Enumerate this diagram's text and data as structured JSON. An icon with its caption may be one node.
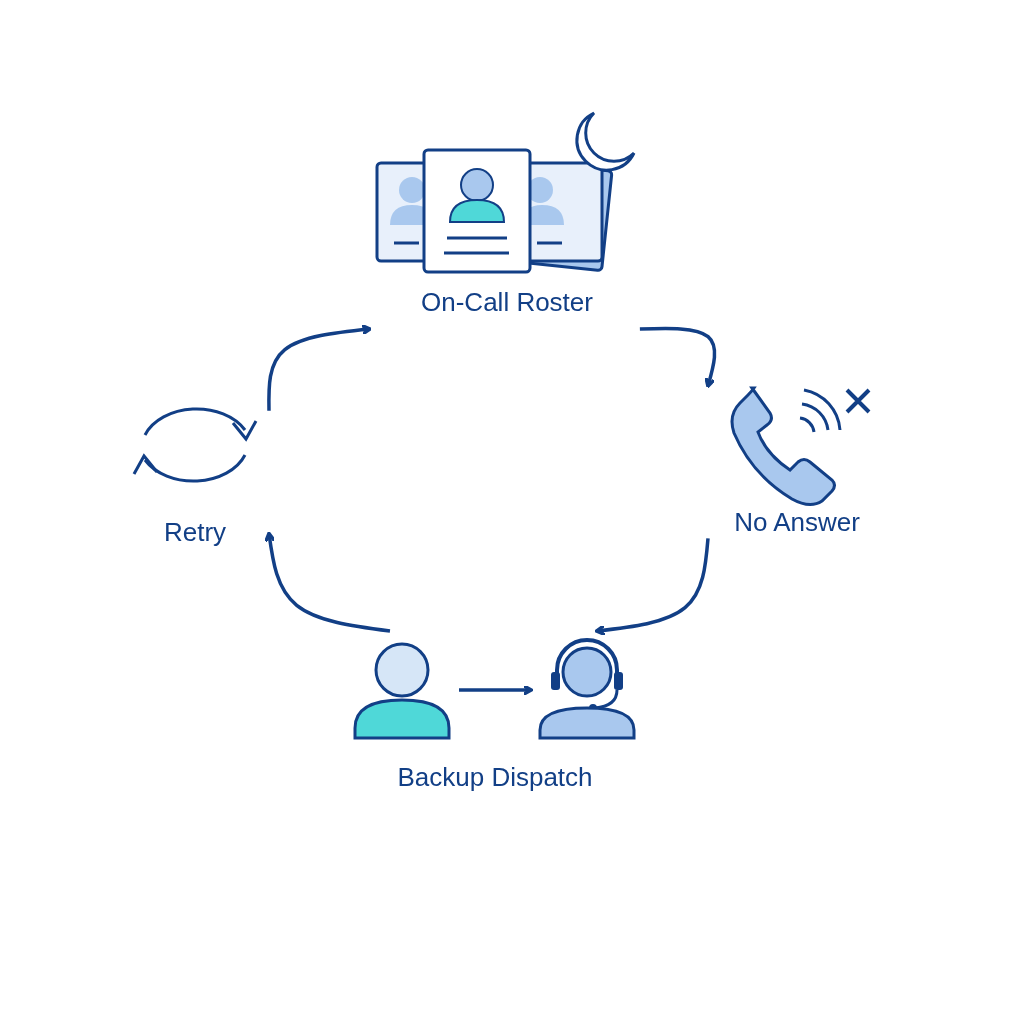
{
  "diagram": {
    "nodes": [
      {
        "text": [
          "On-Call Roster"
        ]
      },
      {
        "text": [
          "No Answer"
        ]
      },
      {
        "text": [
          "Backup Dispatch"
        ]
      },
      {
        "text": [
          "Retry"
        ]
      },
      {
        "text": [],
        "shape": "person",
        "in": 2
      },
      {
        "text": [],
        "shape": "person",
        "in": 2
      }
    ],
    "edges": [
      {
        "from": 0,
        "to": 1,
        "arrow": "to"
      },
      {
        "from": 1,
        "to": 2,
        "arrow": "to"
      },
      {
        "from": 2,
        "to": 3,
        "arrow": "to"
      },
      {
        "from": 3,
        "to": 0,
        "arrow": "to"
      },
      {
        "from": 4,
        "to": 5,
        "arrow": "to"
      }
    ]
  }
}
